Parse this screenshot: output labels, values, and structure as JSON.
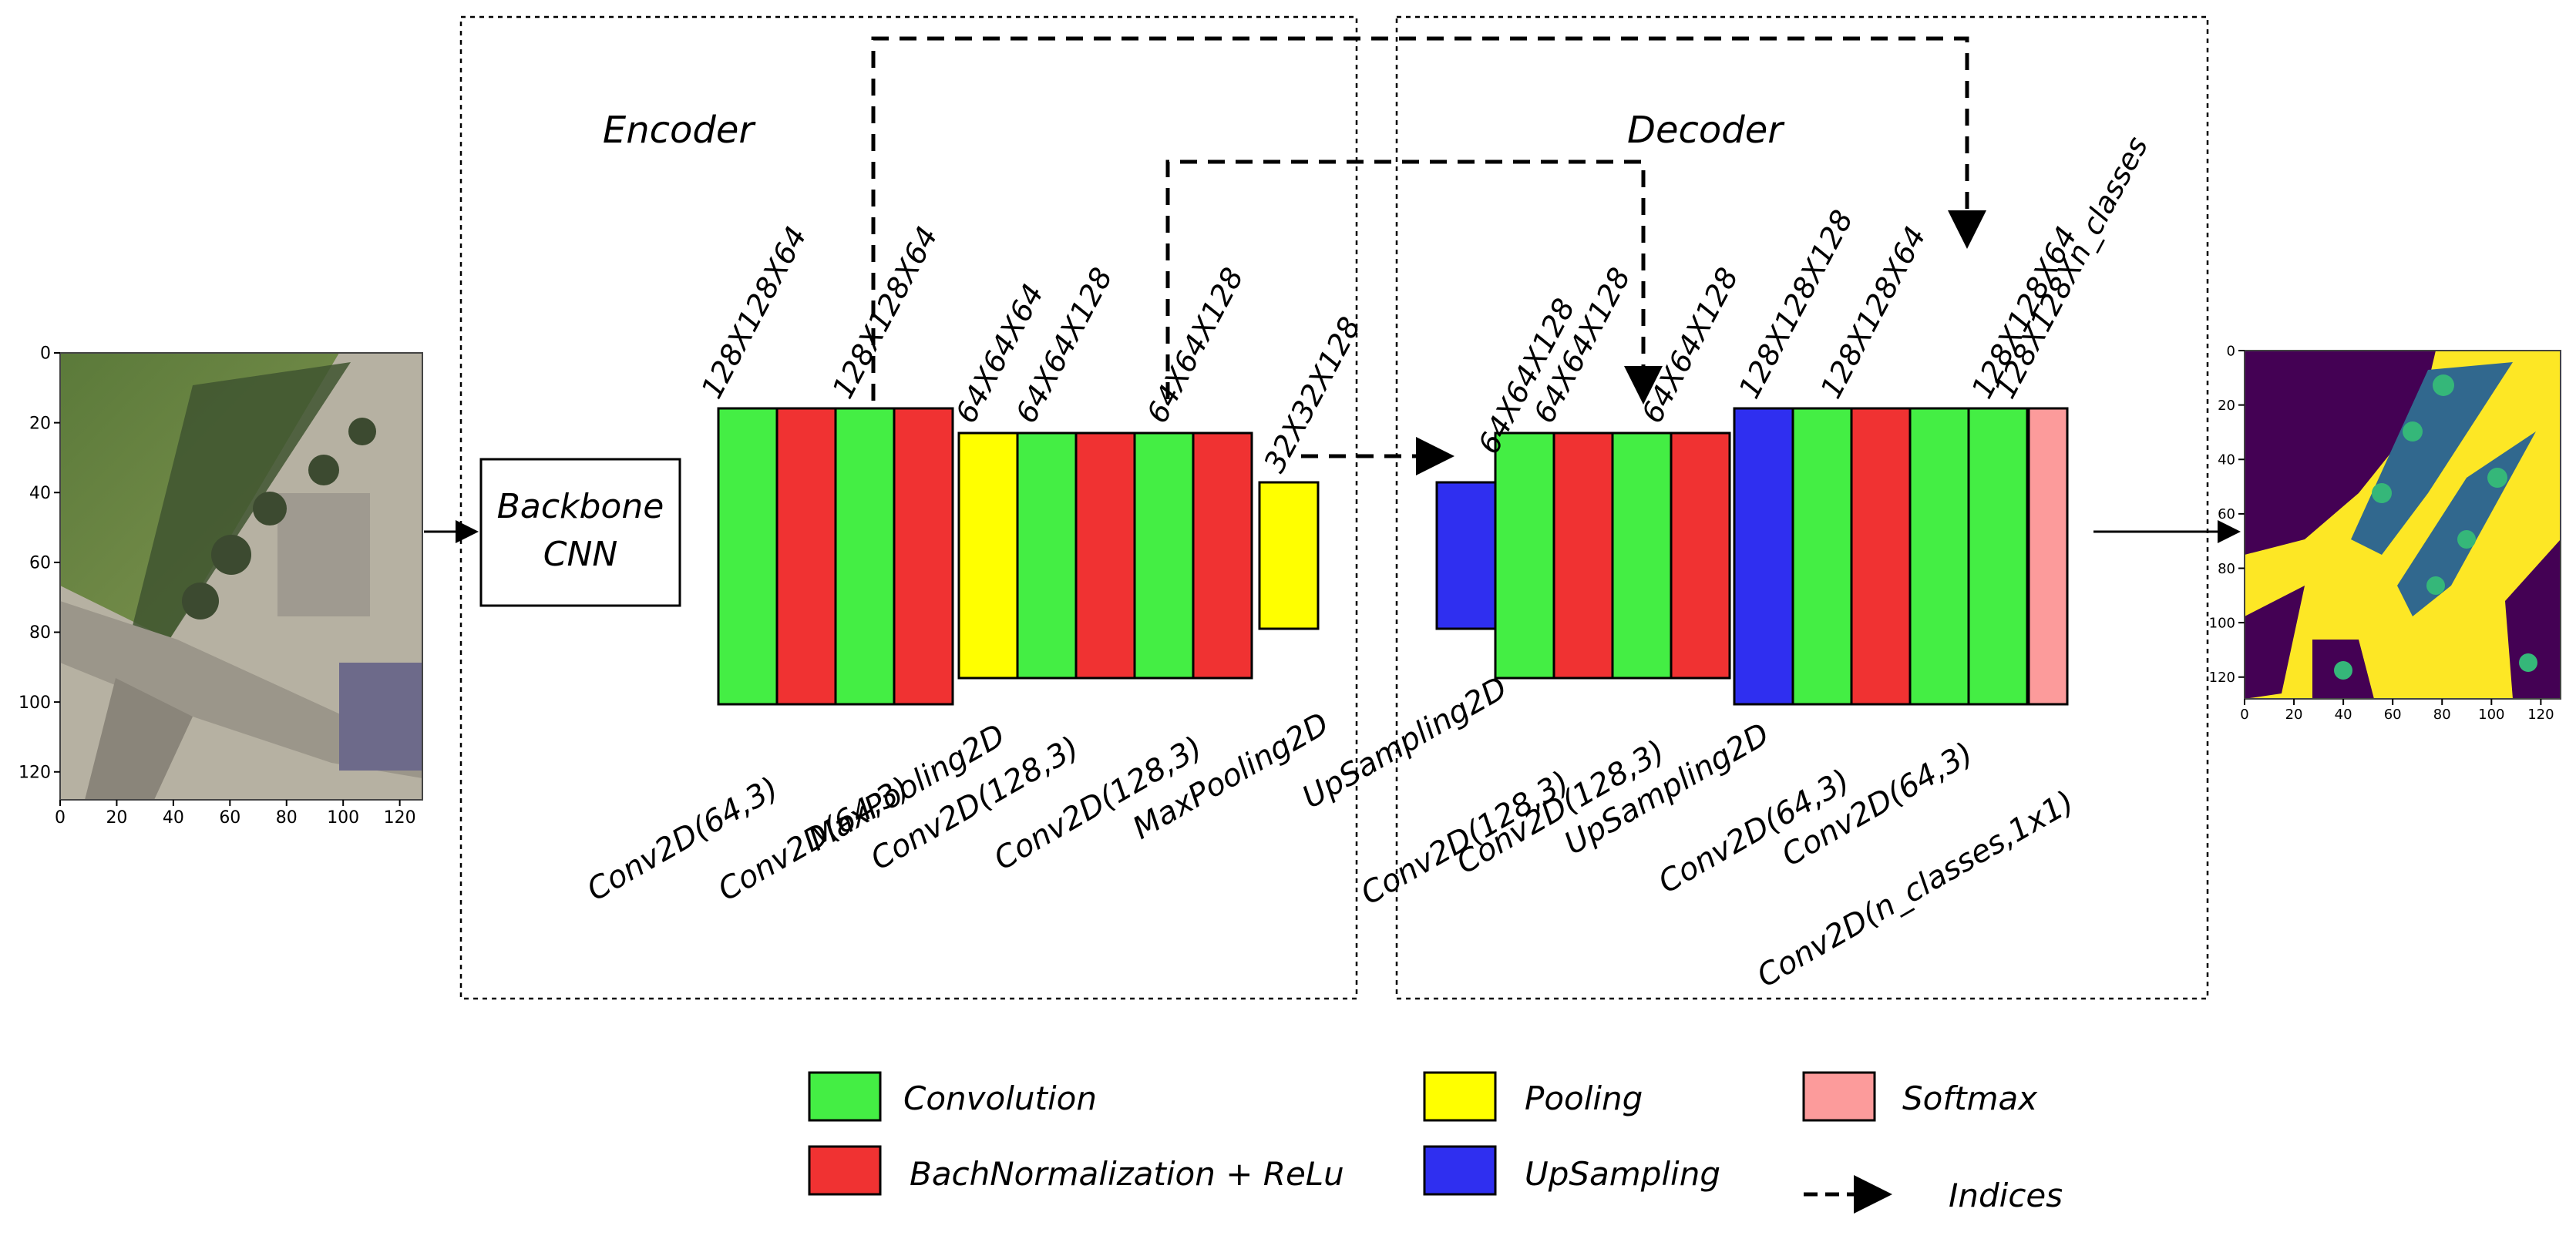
{
  "colors": {
    "convolution": "#44ee44",
    "batchnorm_relu": "#f03232",
    "pooling": "#ffff00",
    "upsampling": "#2f2ff0",
    "softmax": "#fc9b9b"
  },
  "encoder": {
    "title": "Encoder",
    "blocks": [
      {
        "type": "convolution",
        "top_label": "128X128X64",
        "bottom_label": "Conv2D(64,3)"
      },
      {
        "type": "batchnorm_relu",
        "top_label": "",
        "bottom_label": ""
      },
      {
        "type": "convolution",
        "top_label": "128X128X64",
        "bottom_label": "Conv2D(64,3)"
      },
      {
        "type": "batchnorm_relu",
        "top_label": "",
        "bottom_label": ""
      },
      {
        "type": "pooling",
        "top_label": "64X64X64",
        "bottom_label": "MaxPooling2D"
      },
      {
        "type": "convolution",
        "top_label": "64X64X128",
        "bottom_label": "Conv2D(128,3)"
      },
      {
        "type": "batchnorm_relu",
        "top_label": "",
        "bottom_label": ""
      },
      {
        "type": "convolution",
        "top_label": "64X64X128",
        "bottom_label": "Conv2D(128,3)"
      },
      {
        "type": "batchnorm_relu",
        "top_label": "",
        "bottom_label": ""
      },
      {
        "type": "pooling",
        "top_label": "32X32X128",
        "bottom_label": "MaxPooling2D"
      }
    ]
  },
  "decoder": {
    "title": "Decoder",
    "blocks": [
      {
        "type": "upsampling",
        "top_label": "64X64X128",
        "bottom_label": "UpSampling2D"
      },
      {
        "type": "convolution",
        "top_label": "64X64X128",
        "bottom_label": "Conv2D(128,3)"
      },
      {
        "type": "batchnorm_relu",
        "top_label": "",
        "bottom_label": ""
      },
      {
        "type": "convolution",
        "top_label": "64X64X128",
        "bottom_label": "Conv2D(128,3)"
      },
      {
        "type": "batchnorm_relu",
        "top_label": "",
        "bottom_label": ""
      },
      {
        "type": "upsampling",
        "top_label": "128X128X128",
        "bottom_label": "UpSampling2D"
      },
      {
        "type": "convolution",
        "top_label": "128X128X64",
        "bottom_label": "Conv2D(64,3)"
      },
      {
        "type": "batchnorm_relu",
        "top_label": "",
        "bottom_label": ""
      },
      {
        "type": "convolution",
        "top_label": "128X128X64",
        "bottom_label": "Conv2D(64,3)"
      },
      {
        "type": "convolution",
        "top_label": "128X128Xn_classes",
        "bottom_label": "Conv2D(n_classes,1x1)"
      },
      {
        "type": "softmax",
        "top_label": "",
        "bottom_label": ""
      }
    ]
  },
  "backbone": {
    "line1": "Backbone",
    "line2": "CNN"
  },
  "input_plot": {
    "y_ticks": [
      "0",
      "20",
      "40",
      "60",
      "80",
      "100",
      "120"
    ],
    "x_ticks": [
      "0",
      "20",
      "40",
      "60",
      "80",
      "100",
      "120"
    ]
  },
  "output_plot": {
    "y_ticks": [
      "0",
      "20",
      "40",
      "60",
      "80",
      "100",
      "120"
    ],
    "x_ticks": [
      "0",
      "20",
      "40",
      "60",
      "80",
      "100",
      "120"
    ]
  },
  "legend": {
    "convolution": "Convolution",
    "batchnorm_relu": "BachNormalization + ReLu",
    "pooling": "Pooling",
    "upsampling": "UpSampling",
    "softmax": "Softmax",
    "indices": "Indices"
  }
}
